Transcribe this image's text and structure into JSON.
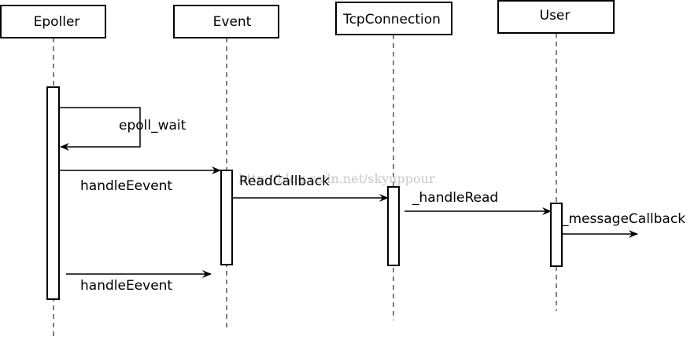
{
  "participants": [
    "Epoller",
    "Event",
    "TcpConnection",
    "User"
  ],
  "messages": {
    "epoll_wait": "epoll_wait",
    "handle_event_1": "handleEevent",
    "read_callback": "ReadCallback",
    "handle_read": "_handleRead",
    "message_callback": "_messageCallback",
    "handle_event_2": "handleEevent"
  },
  "watermark": "http://blog.csdn.net/skyuppour"
}
